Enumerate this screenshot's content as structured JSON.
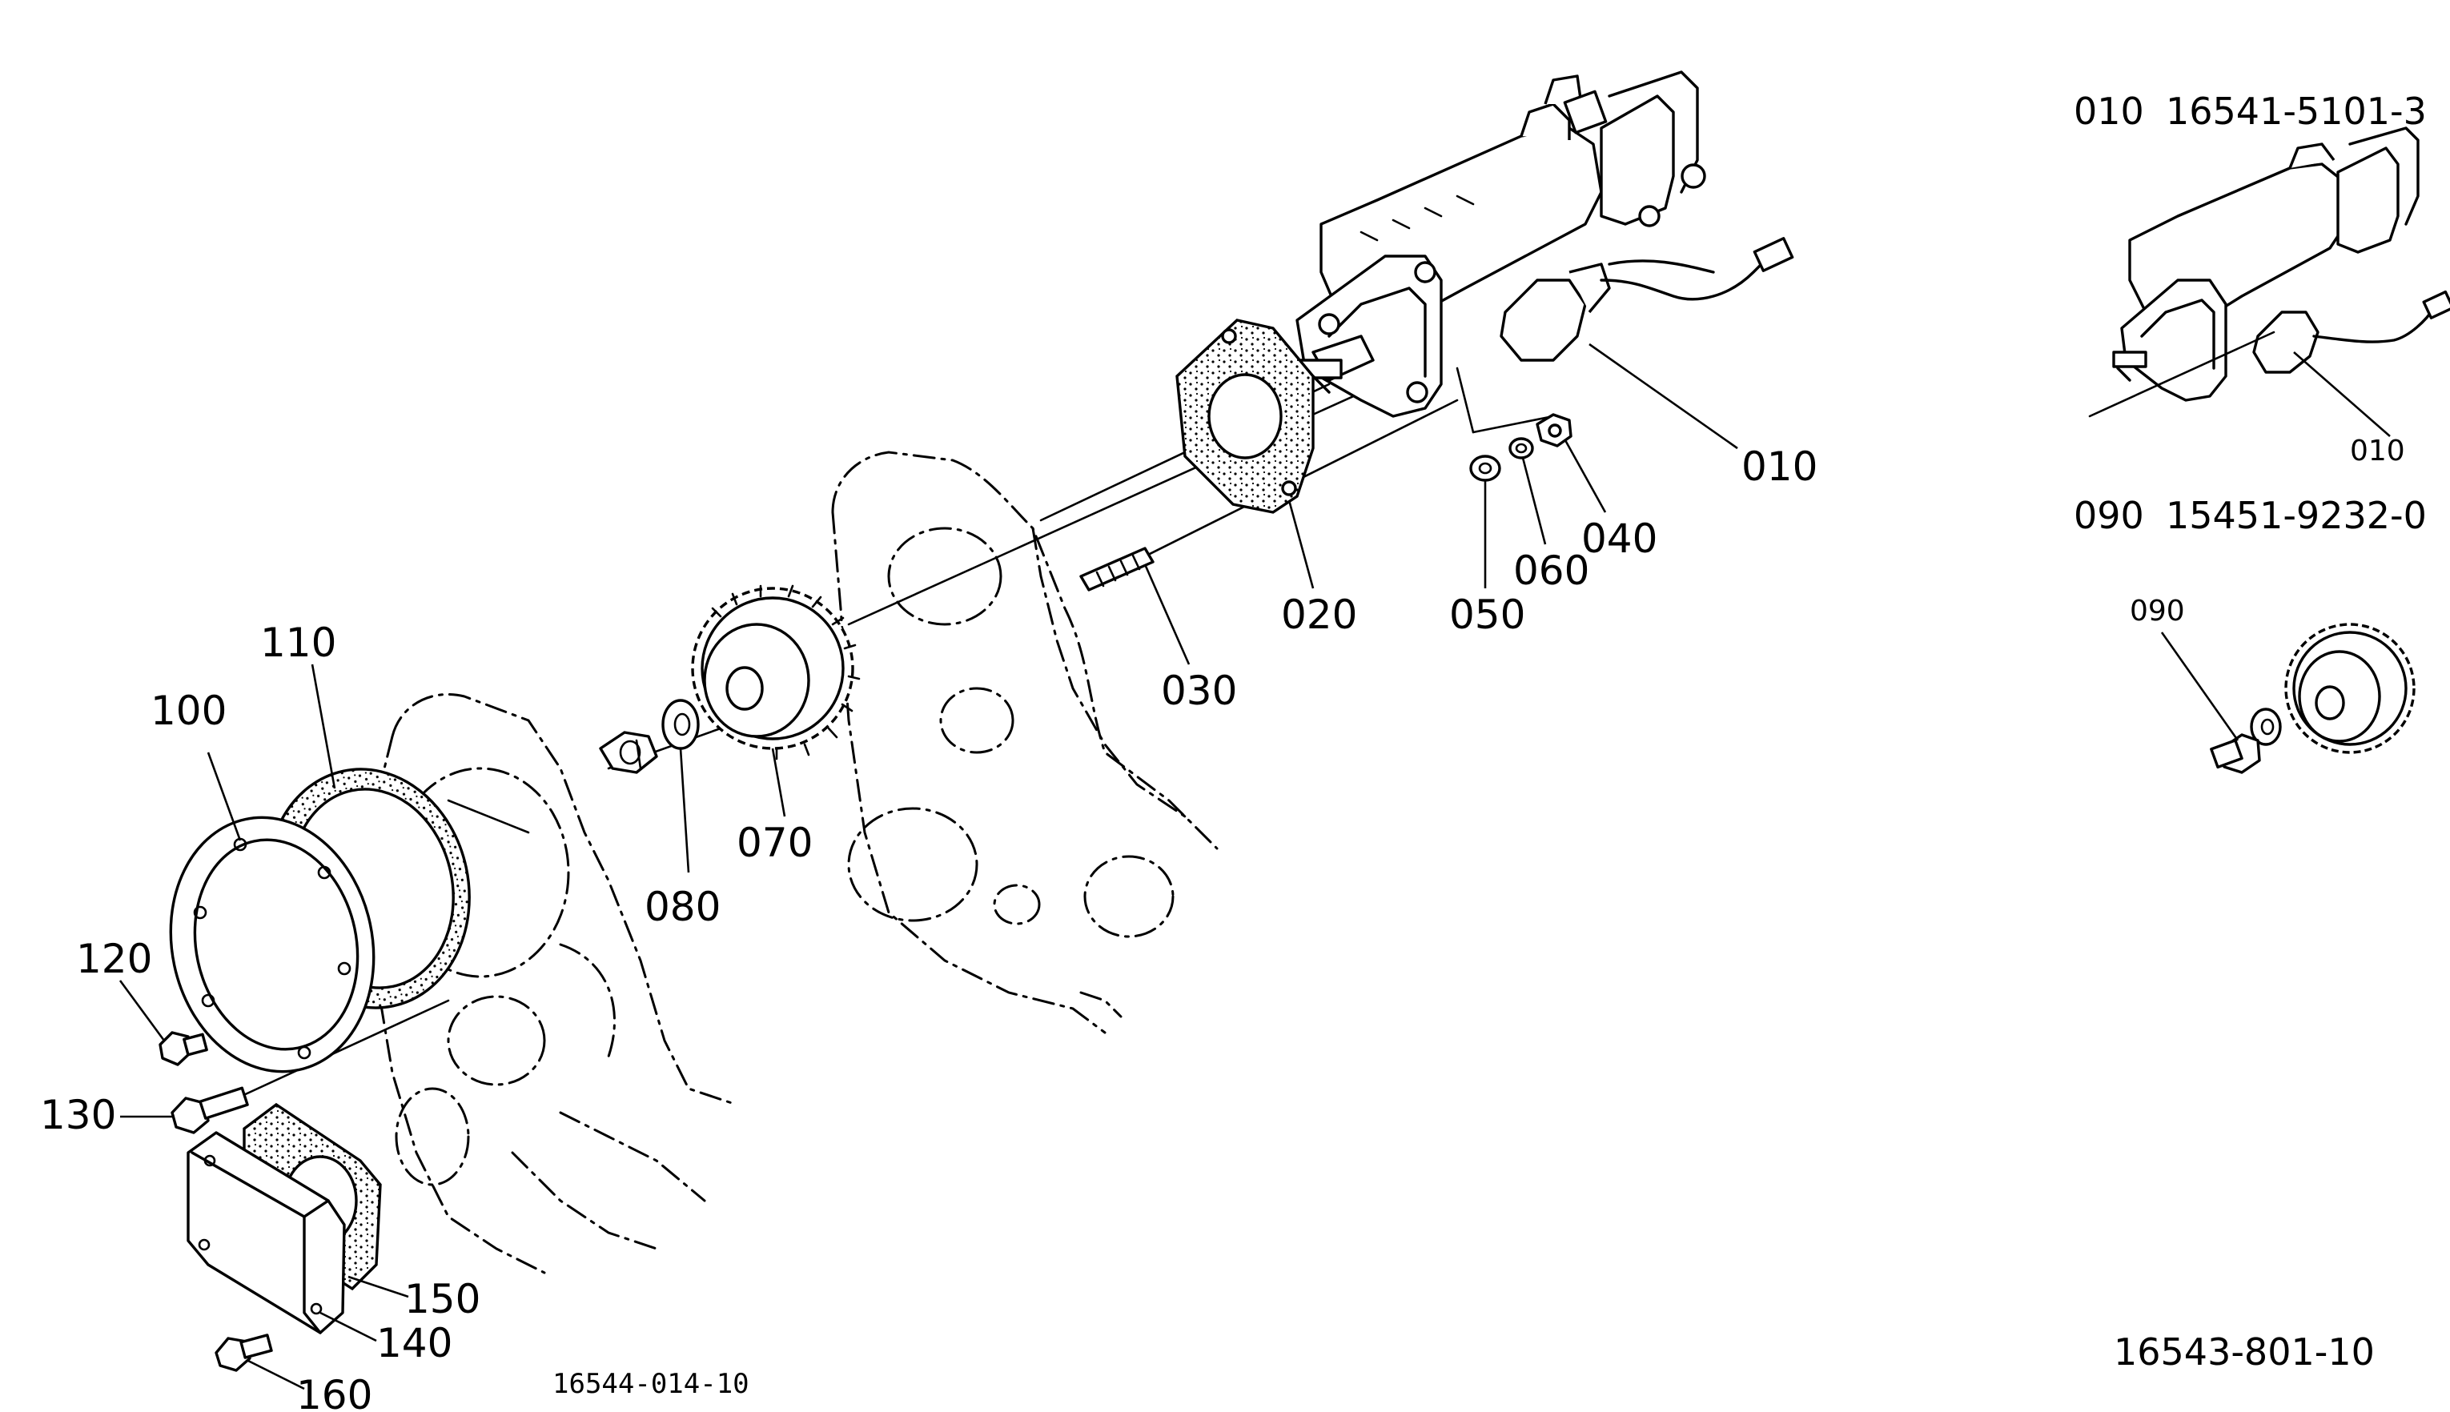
{
  "callouts": {
    "c010": "010",
    "c020": "020",
    "c030": "030",
    "c040": "040",
    "c050": "050",
    "c060": "060",
    "c070": "070",
    "c080": "080",
    "c100": "100",
    "c110": "110",
    "c120": "120",
    "c130": "130",
    "c140": "140",
    "c150": "150",
    "c160": "160"
  },
  "variants": {
    "v010": {
      "ref": "010",
      "partno": "16541-5101-3",
      "callout": "010"
    },
    "v090": {
      "ref": "090",
      "partno": "15451-9232-0",
      "callout": "090"
    }
  },
  "footer": {
    "main_code": "16544-014-10",
    "variant_code": "16543-801-10"
  }
}
